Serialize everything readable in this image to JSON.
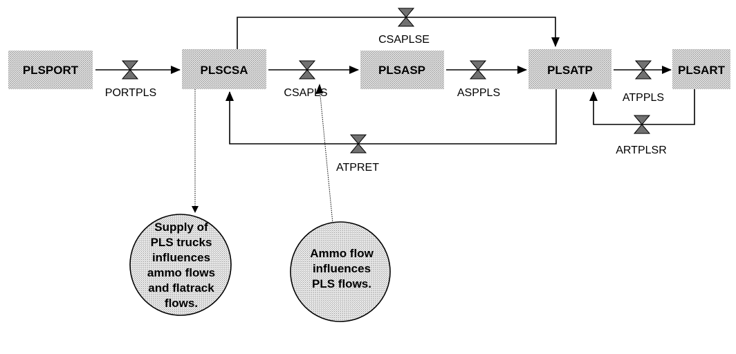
{
  "stocks": {
    "plsport": "PLSPORT",
    "plscsa": "PLSCSA",
    "plsasp": "PLSASP",
    "plsatp": "PLSATP",
    "plsart": "PLSART"
  },
  "flows": {
    "portpls": "PORTPLS",
    "csapls": "CSAPLS",
    "aspprls": "ASPPLS",
    "atppls": "ATPPLS",
    "csaplse": "CSAPLSE",
    "atpret": "ATPRET",
    "artplsr": "ARTPLSR"
  },
  "notes": {
    "supply": [
      "Supply of",
      "PLS trucks",
      "influences",
      "ammo flows",
      "and flatrack",
      "flows."
    ],
    "ammo": [
      "Ammo flow",
      "influences",
      "PLS flows."
    ]
  }
}
